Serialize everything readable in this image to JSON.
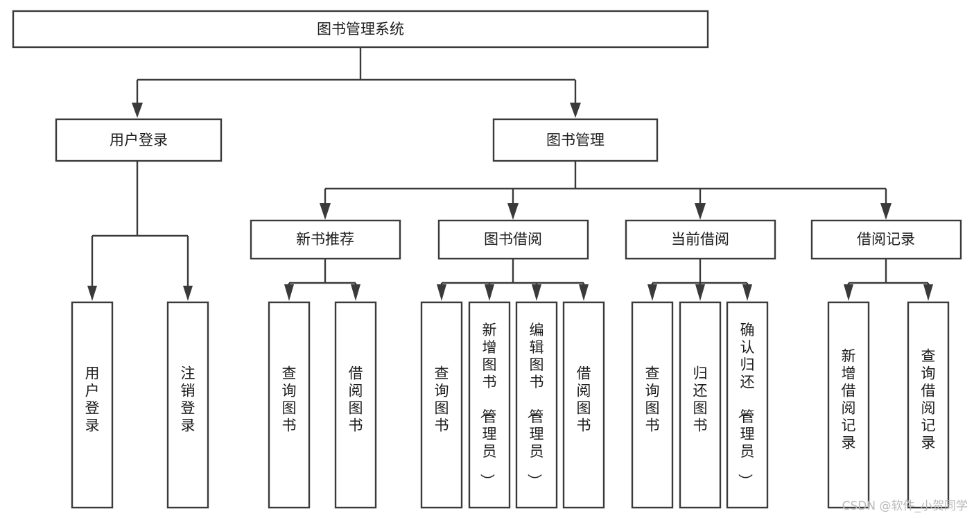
{
  "diagram": {
    "title": "图书管理系统",
    "type": "hierarchy-tree",
    "watermark": "CSDN @软件_小贺同学",
    "colors": {
      "box_stroke": "#3a3a3a",
      "box_fill": "#ffffff",
      "text": "#1c1c1c",
      "background": "#ffffff",
      "watermark": "#b9b9b9"
    },
    "levels": {
      "root": {
        "label": "图书管理系统"
      },
      "level2": [
        {
          "label": "用户登录"
        },
        {
          "label": "图书管理"
        }
      ],
      "level3": [
        {
          "label": "新书推荐"
        },
        {
          "label": "图书借阅"
        },
        {
          "label": "当前借阅"
        },
        {
          "label": "借阅记录"
        }
      ],
      "leaves": [
        {
          "label": "用户登录",
          "parent": "用户登录"
        },
        {
          "label": "注销登录",
          "parent": "用户登录"
        },
        {
          "label": "查询图书",
          "parent": "新书推荐"
        },
        {
          "label": "借阅图书",
          "parent": "新书推荐"
        },
        {
          "label": "查询图书",
          "parent": "图书借阅"
        },
        {
          "label": "新增图书（管理员）",
          "parent": "图书借阅"
        },
        {
          "label": "编辑图书（管理员）",
          "parent": "图书借阅"
        },
        {
          "label": "借阅图书",
          "parent": "图书借阅"
        },
        {
          "label": "查询图书",
          "parent": "当前借阅"
        },
        {
          "label": "归还图书",
          "parent": "当前借阅"
        },
        {
          "label": "确认归还（管理员）",
          "parent": "当前借阅"
        },
        {
          "label": "新增借阅记录",
          "parent": "借阅记录"
        },
        {
          "label": "查询借阅记录",
          "parent": "借阅记录"
        }
      ]
    }
  }
}
